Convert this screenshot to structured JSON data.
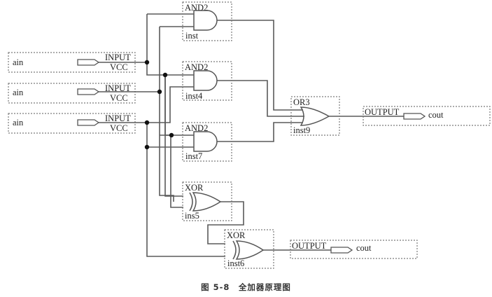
{
  "diagram": {
    "type": "logic-schematic",
    "inputs": [
      {
        "name": "ain",
        "type_label": "INPUT",
        "default_label": "VCC"
      },
      {
        "name": "ain",
        "type_label": "INPUT",
        "default_label": "VCC"
      },
      {
        "name": "ain",
        "type_label": "INPUT",
        "default_label": "VCC"
      }
    ],
    "gates": [
      {
        "type": "AND2",
        "instance": "inst"
      },
      {
        "type": "AND2",
        "instance": "inst4"
      },
      {
        "type": "AND2",
        "instance": "inst7"
      },
      {
        "type": "OR3",
        "instance": "inst9"
      },
      {
        "type": "XOR",
        "instance": "ins5"
      },
      {
        "type": "XOR",
        "instance": "inst6"
      }
    ],
    "outputs": [
      {
        "name": "cout",
        "type_label": "OUTPUT"
      },
      {
        "name": "cout",
        "type_label": "OUTPUT"
      }
    ]
  },
  "caption": "图 5-8　全加器原理图"
}
